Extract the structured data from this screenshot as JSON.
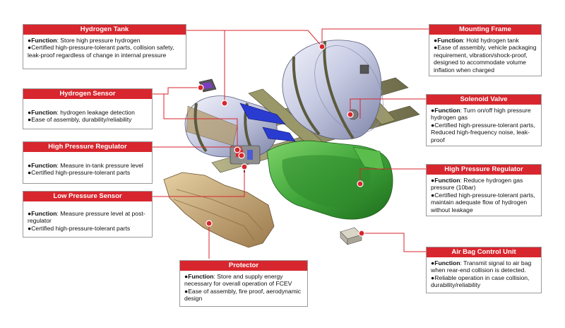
{
  "callouts": {
    "hydrogen_tank": {
      "title": "Hydrogen Tank",
      "lines": [
        {
          "prefix": "●",
          "label": "Function",
          "text": ": Store high pressure hydrogen"
        },
        {
          "prefix": "●",
          "label": "",
          "text": "Certified high-pressure-tolerant parts, collision safety, leak-proof regardless of change in internal pressure"
        }
      ]
    },
    "hydrogen_sensor": {
      "title": "Hydrogen Sensor",
      "lines": [
        {
          "prefix": "●",
          "label": "Function",
          "text": ": hydrogen leakage detection"
        },
        {
          "prefix": "●",
          "label": "",
          "text": "Ease of assembly, durability/reliability"
        }
      ]
    },
    "high_pressure_regulator_left": {
      "title": "High Pressure Regulator",
      "lines": [
        {
          "prefix": "●",
          "label": "Function",
          "text": ": Measure in-tank pressure level"
        },
        {
          "prefix": "●",
          "label": "",
          "text": "Certified high-pressure-tolerant parts"
        }
      ]
    },
    "low_pressure_sensor": {
      "title": "Low Pressure Sensor",
      "lines": [
        {
          "prefix": "●",
          "label": "Function",
          "text": ": Measure pressure level at post-regulator"
        },
        {
          "prefix": "●",
          "label": "",
          "text": "Certified high-pressure-tolerant parts"
        }
      ]
    },
    "protector": {
      "title": "Protector",
      "lines": [
        {
          "prefix": "●",
          "label": "Function",
          "text": ": Store and supply energy necessary for overall operation of FCEV"
        },
        {
          "prefix": "●",
          "label": "",
          "text": "Ease of assembly, fire proof, aerodynamic design"
        }
      ]
    },
    "mounting_frame": {
      "title": "Mounting Frame",
      "lines": [
        {
          "prefix": "●",
          "label": "Function",
          "text": ": Hold hydrogen tank"
        },
        {
          "prefix": "●",
          "label": "",
          "text": "Ease of assembly, vehicle packaging requirement, vibration/shock-proof, designed to accommodate volume inflation when charged"
        }
      ]
    },
    "solenoid_valve": {
      "title": "Solenoid Valve",
      "lines": [
        {
          "prefix": "●",
          "label": "Function",
          "text": ": Turn on/off high pressure hydrogen gas"
        },
        {
          "prefix": "●",
          "label": "",
          "text": "Certified high-pressure-tolerant parts, Reduced high-frequency noise, leak-proof"
        }
      ]
    },
    "high_pressure_regulator_right": {
      "title": "High Pressure Regulator",
      "lines": [
        {
          "prefix": "●",
          "label": "Function",
          "text": ": Reduce hydrogen gas pressure (10bar)"
        },
        {
          "prefix": "●",
          "label": "",
          "text": "Certified high-pressure-tolerant parts, maintain adequate flow of hydrogen without leakage"
        }
      ]
    },
    "air_bag_control_unit": {
      "title": "Air Bag Control Unit",
      "lines": [
        {
          "prefix": "●",
          "label": "Function",
          "text": ": Transmit signal to air bag when rear-end collision is detected."
        },
        {
          "prefix": "●",
          "label": "",
          "text": "Reliable operation in case collision, durability/reliability"
        }
      ]
    }
  },
  "colors": {
    "accent_red": "#d8262e",
    "tank_silver": "#c9cde4",
    "protector_green": "#3fa53a",
    "frame_olive": "#8a8a5a",
    "shield_tan": "#c9a878",
    "bracket_blue": "#2a3bd0"
  }
}
